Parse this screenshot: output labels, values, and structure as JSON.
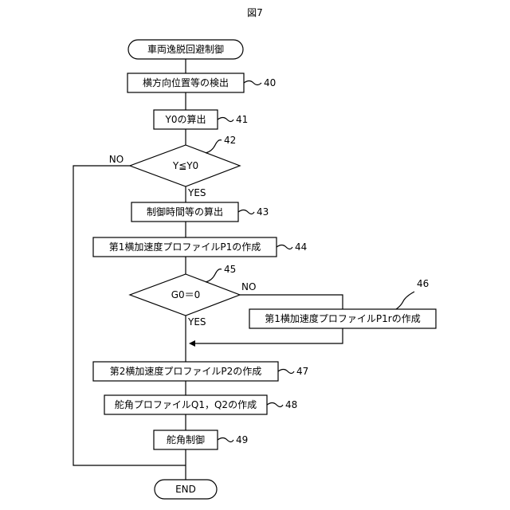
{
  "figure": {
    "title": "図7"
  },
  "nodes": {
    "start": "車両逸脱回避制御",
    "s40": "横方向位置等の検出",
    "s41": "Y0の算出",
    "d42": "Y≦Y0",
    "s43": "制御時間等の算出",
    "s44": "第1横加速度プロファイルP1の作成",
    "d45": "G0＝0",
    "s46": "第1横加速度プロファイルP1rの作成",
    "s47": "第2横加速度プロファイルP2の作成",
    "s48": "舵角プロファイルQ1，Q2の作成",
    "s49": "舵角制御",
    "end": "END"
  },
  "refs": {
    "r40": "40",
    "r41": "41",
    "r42": "42",
    "r43": "43",
    "r44": "44",
    "r45": "45",
    "r46": "46",
    "r47": "47",
    "r48": "48",
    "r49": "49"
  },
  "branches": {
    "d42_no": "NO",
    "d42_yes": "YES",
    "d45_no": "NO",
    "d45_yes": "YES"
  }
}
